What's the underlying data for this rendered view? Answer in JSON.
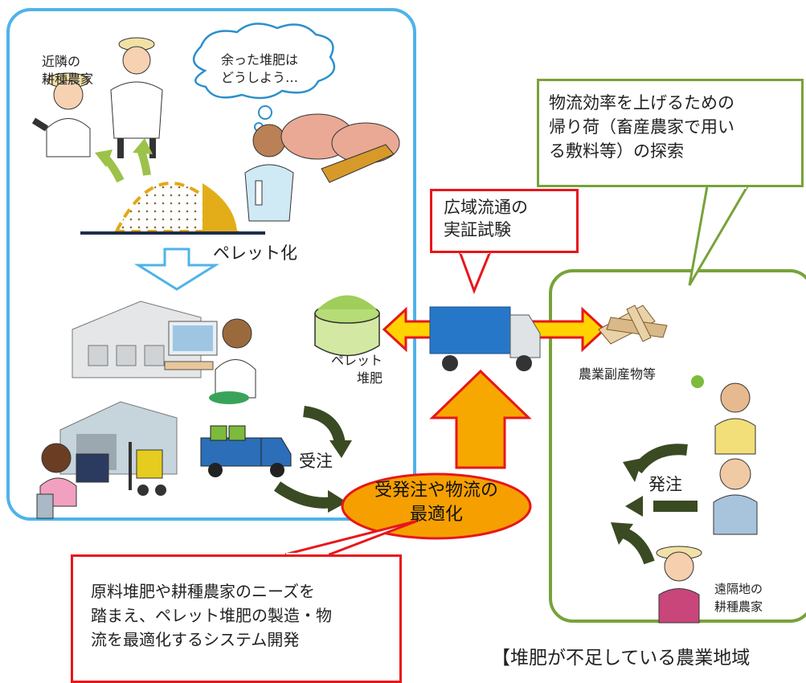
{
  "labels": {
    "neighbor_farmers": "近隣の\n耕種農家",
    "thought_bubble": "余った堆肥は\nどうしよう…",
    "pelletize": "ペレット化",
    "pellet_compost": "ペレット\n堆肥",
    "order_receive": "受注",
    "order_place": "発注",
    "byproducts": "農業副産物等",
    "remote_farmers": "遠隔地の\n耕種農家"
  },
  "callouts": {
    "wide_area": "広域流通の\n実証試験",
    "return_cargo": "物流効率を上げるための\n帰り荷（畜産農家で用い\nる敷料等）の探索",
    "optimization": "受発注や物流の\n最適化",
    "system_dev": "原料堆肥や耕種農家のニーズを\n踏まえ、ペレット堆肥の製造・物\n流を最適化するシステム開発"
  },
  "region_caption": "【堆肥が不足している農業地域",
  "colors": {
    "left_border": "#4fb3ea",
    "right_border": "#78a23a",
    "red": "#e8161b",
    "orange": "#f7a800",
    "yellow": "#ffd200"
  }
}
